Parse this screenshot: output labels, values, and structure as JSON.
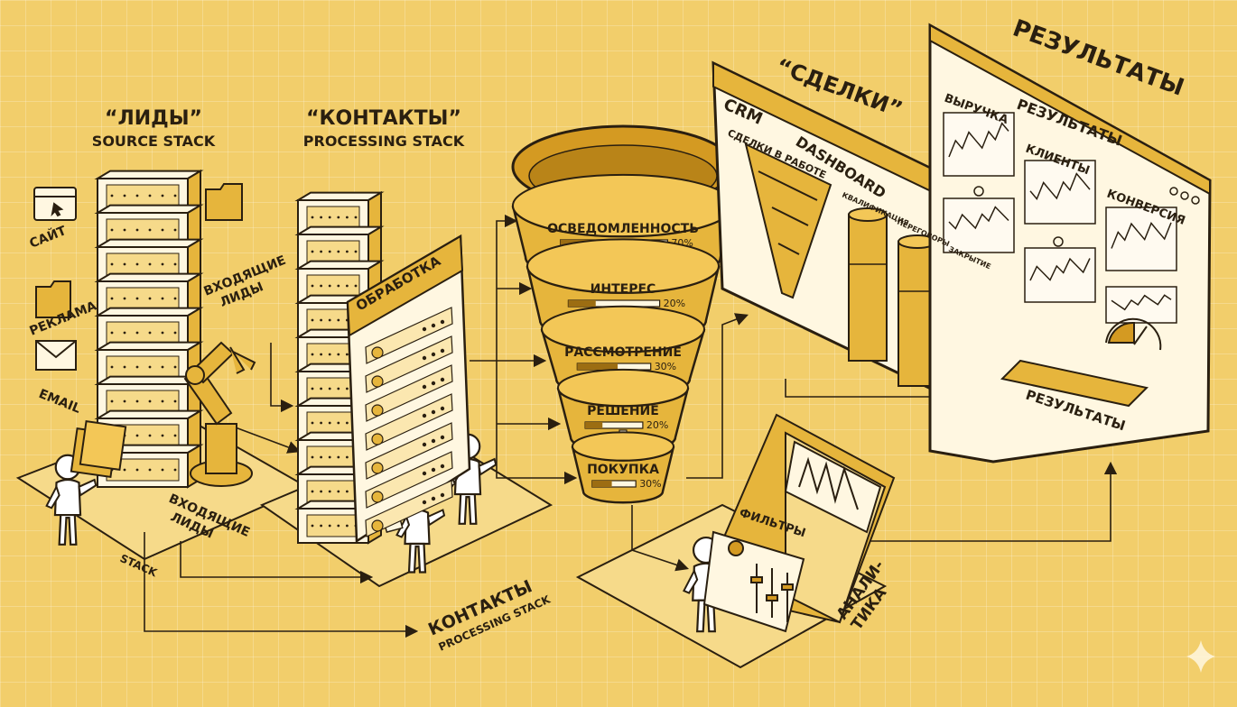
{
  "left_stack": {
    "title": "“ЛИДЫ”",
    "subtitle": "SOURCE STACK",
    "sources": [
      {
        "label": "САЙТ",
        "icon": "browser-window-icon"
      },
      {
        "label": "РЕКЛАМА",
        "icon": "folder-icon"
      },
      {
        "label": "EMAIL",
        "icon": "envelope-icon"
      }
    ],
    "incoming_label_1": "ВХОДЯЩИЕ\nЛИДЫ",
    "incoming_label_2": "ВХОДЯЩИЕ\nЛИДЫ",
    "stack_label": "STACK"
  },
  "middle_stack": {
    "title": "“КОНТАКТЫ”",
    "subtitle": "PROCESSING STACK",
    "panel_title": "ОБРАБОТКА",
    "bottom_title": "КОНТАКТЫ",
    "bottom_subtitle": "PROCESSING STACK"
  },
  "funnel": {
    "stages": [
      {
        "label": "ОСВЕДОМЛЕННОСТЬ",
        "percent": "70%"
      },
      {
        "label": "ИНТЕРЕС",
        "percent": "20%"
      },
      {
        "label": "РАССМОТРЕНИЕ",
        "percent": "30%"
      },
      {
        "label": "РЕШЕНИЕ",
        "percent": "20%"
      },
      {
        "label": "ПОКУПКА",
        "percent": "30%"
      }
    ]
  },
  "deals": {
    "title": "“СДЕЛКИ”",
    "crm_label": "CRM",
    "dashboard_label": "DASHBOARD",
    "in_work_label": "СДЕЛКИ В РАБОТЕ",
    "col_labels": [
      "КВАЛИФИКАЦИЯ",
      "ПЕРЕГОВОРЫ",
      "ЗАКРЫТИЕ"
    ]
  },
  "results": {
    "title": "РЕЗУЛЬТАТЫ",
    "panel_title": "РЕЗУЛЬТАТЫ",
    "metrics": [
      "ВЫРУЧКА",
      "КЛИЕНТЫ",
      "КОНВЕРСИЯ"
    ],
    "footer_label": "РЕЗУЛЬТАТЫ"
  },
  "analytics": {
    "filters_label": "ФИЛЬТРЫ",
    "title": "АНАЛИ-\nТИКА"
  },
  "colors": {
    "background": "#f2ce6b",
    "ink": "#2a1f10",
    "paper": "#fff7e1",
    "accent": "#e6b53c",
    "shade": "#d49a22"
  }
}
